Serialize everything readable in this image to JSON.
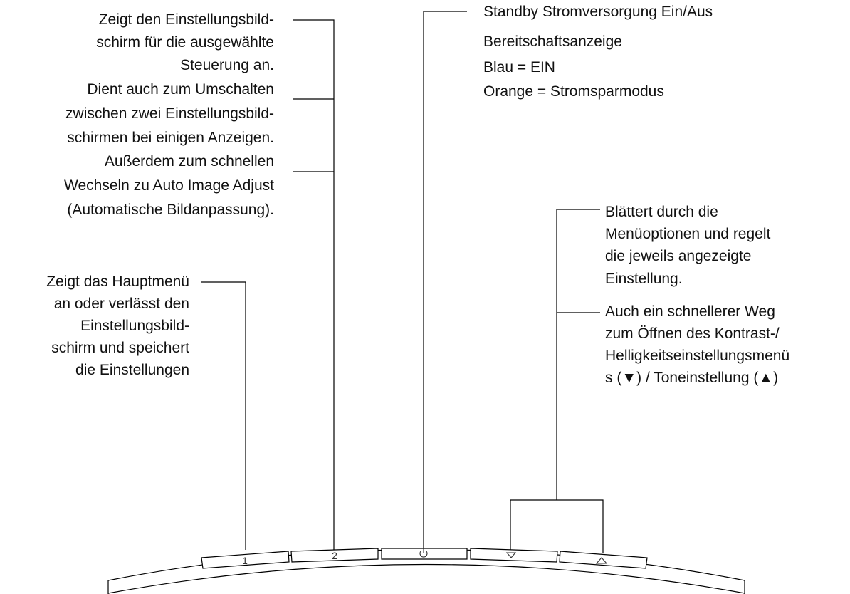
{
  "callouts": {
    "btn2_lines": [
      "Zeigt den Einstellungsbild-",
      "schirm für die ausgewählte",
      "Steuerung an.",
      "Dient auch zum Umschalten",
      "zwischen zwei Einstellungsbild-",
      "schirmen bei einigen Anzeigen.",
      "Außerdem zum schnellen",
      "Wechseln zu Auto Image Adjust",
      "(Automatische Bildanpassung)."
    ],
    "btn1_lines": [
      "Zeigt das Hauptmenü",
      "an oder verlässt den",
      "Einstellungsbild-",
      "schirm und speichert",
      "die Einstellungen"
    ],
    "power_lines": [
      "Standby Stromversorgung Ein/Aus",
      "Bereitschaftsanzeige",
      "Blau = EIN",
      "Orange = Stromsparmodus"
    ],
    "arrows_lines": [
      "Blättert durch die",
      "Menüoptionen und regelt",
      "die jeweils angezeigte",
      "Einstellung.",
      "Auch ein schnellerer Weg",
      "zum Öffnen des Kontrast-/",
      "Helligkeitseinstellungsmenü",
      "s (▼) / Toneinstellung  (▲)"
    ]
  },
  "keys": {
    "k1": "1",
    "k2": "2",
    "power_icon": "power-icon",
    "down_icon": "triangle-down-icon",
    "up_icon": "triangle-up-icon"
  }
}
